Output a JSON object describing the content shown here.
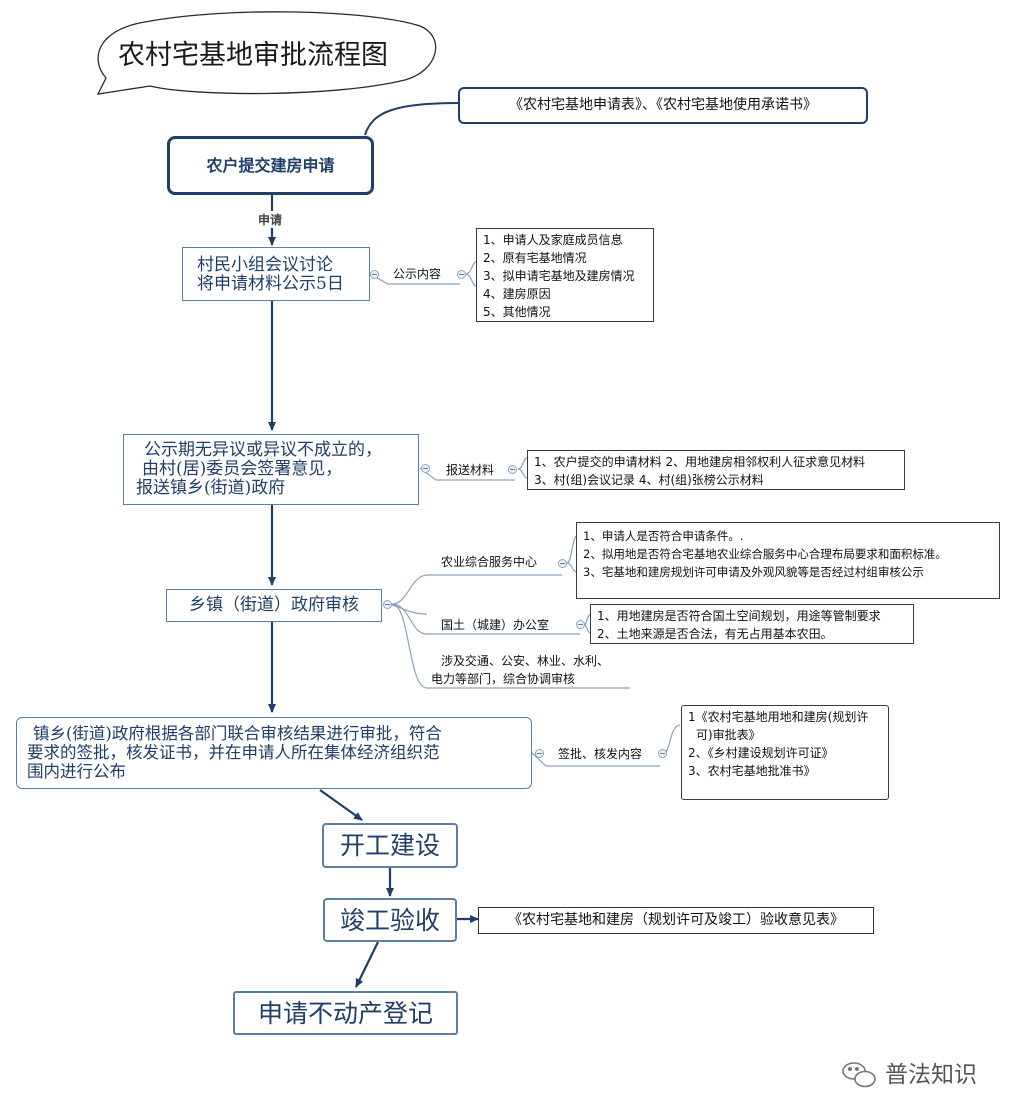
{
  "title": "农村宅基地审批流程图",
  "steps": {
    "submit": "农户提交建房申请",
    "submit_label": "申请",
    "village_meeting": [
      "村民小组会议讨论",
      "将申请材料公示5日"
    ],
    "no_objection": [
      "公示期无异议或异议不成立的，",
      "由村(居)委员会签署意见，",
      "报送镇乡(街道)政府"
    ],
    "town_review": "乡镇（街道）政府审核",
    "approval": [
      "镇乡(街道)政府根据各部门联合审核结果进行审批，符合",
      "要求的签批，核发证书，并在申请人所在集体经济组织范",
      "围内进行公布"
    ],
    "start_construction": "开工建设",
    "completion_acceptance": "竣工验收",
    "property_registration": "申请不动产登记"
  },
  "attachments": {
    "application_forms": "《农村宅基地申请表》、《农村宅基地使用承诺书》",
    "acceptance_form": "《农村宅基地和建房（规划许可及竣工）验收意见表》"
  },
  "branches": {
    "publicity": {
      "label": "公示内容",
      "items": [
        "1、申请人及家庭成员信息",
        "2、原有宅基地情况",
        "3、拟申请宅基地及建房情况",
        "4、建房原因",
        "5、其他情况"
      ]
    },
    "submission": {
      "label": "报送材料",
      "items": [
        "1、农户提交的申请材料 2、用地建房相邻权利人征求意见材料",
        "3、村(组)会议记录 4、村(组)张榜公示材料"
      ]
    },
    "agri_center": {
      "label": "农业综合服务中心",
      "items": [
        "1、申请人是否符合申请条件。.",
        "2、拟用地是否符合宅基地农业综合服务中心合理布局要求和面积标准。",
        "3、宅基地和建房规划许可申请及外观风貌等是否经过村组审核公示"
      ]
    },
    "land_office": {
      "label": "国土（城建）办公室",
      "items": [
        "1、用地建房是否符合国土空间规划，用途等管制要求",
        "2、土地来源是否合法，有无占用基本农田。"
      ]
    },
    "other_depts": {
      "lines": [
        "涉及交通、公安、林业、水利、",
        "电力等部门，综合协调审核"
      ]
    },
    "issuance": {
      "label": "签批、核发内容",
      "items": [
        "1《农村宅基地用地和建房(规划许",
        "可)审批表》",
        "2、《乡村建设规划许可证》",
        "3、农村宅基地批准书》"
      ]
    }
  },
  "watermark": "普法知识",
  "colors": {
    "accent": "#1f3f66",
    "node_border": "#5b7fa6",
    "line": "#1f3f66",
    "branch_line": "#8aa3c1"
  }
}
